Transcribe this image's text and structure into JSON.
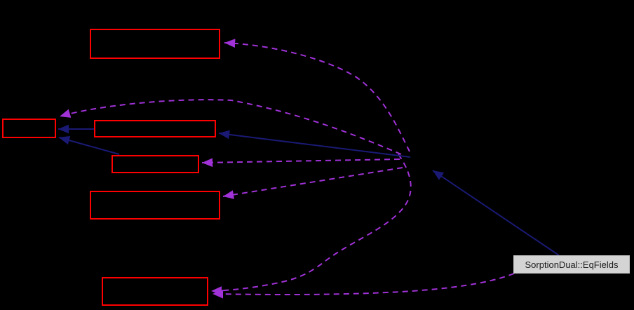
{
  "diagram": {
    "type": "class-collaboration-diagram",
    "background_color": "#000000",
    "colors": {
      "node_border": "#fe0000",
      "inheritance_edge": "#1a1a75",
      "usage_edge": "#a032d7",
      "labeled_node_bg": "#d4d4d4",
      "labeled_node_text": "#1b1b1b"
    },
    "labeled_node": {
      "id": "eqfields",
      "label": "SorptionDual::EqFields"
    },
    "unlabeled_nodes": [
      {
        "id": "node-top",
        "label": ""
      },
      {
        "id": "node-left",
        "label": ""
      },
      {
        "id": "node-middle-wide",
        "label": ""
      },
      {
        "id": "node-middle-small",
        "label": ""
      },
      {
        "id": "node-lower-wide",
        "label": ""
      },
      {
        "id": "node-bottom",
        "label": ""
      }
    ],
    "edges": [
      {
        "from": "convergence-point",
        "to": "node-top",
        "style": "dashed",
        "meaning": "usage"
      },
      {
        "from": "convergence-point",
        "to": "node-left",
        "style": "dashed",
        "meaning": "usage"
      },
      {
        "from": "convergence-point",
        "to": "node-middle-small",
        "style": "dashed",
        "meaning": "usage"
      },
      {
        "from": "convergence-point",
        "to": "node-lower-wide",
        "style": "dashed",
        "meaning": "usage"
      },
      {
        "from": "convergence-point",
        "to": "node-bottom",
        "style": "dashed",
        "meaning": "usage"
      },
      {
        "from": "eqfields",
        "to": "node-bottom",
        "style": "dashed",
        "meaning": "usage"
      },
      {
        "from": "node-middle-wide",
        "to": "node-left",
        "style": "solid",
        "meaning": "inheritance"
      },
      {
        "from": "node-middle-small",
        "to": "node-left",
        "style": "solid",
        "meaning": "inheritance"
      },
      {
        "from": "convergence-point",
        "to": "node-middle-wide",
        "style": "solid",
        "meaning": "inheritance"
      },
      {
        "from": "eqfields",
        "to": "convergence-point",
        "style": "solid",
        "meaning": "inheritance"
      }
    ]
  }
}
